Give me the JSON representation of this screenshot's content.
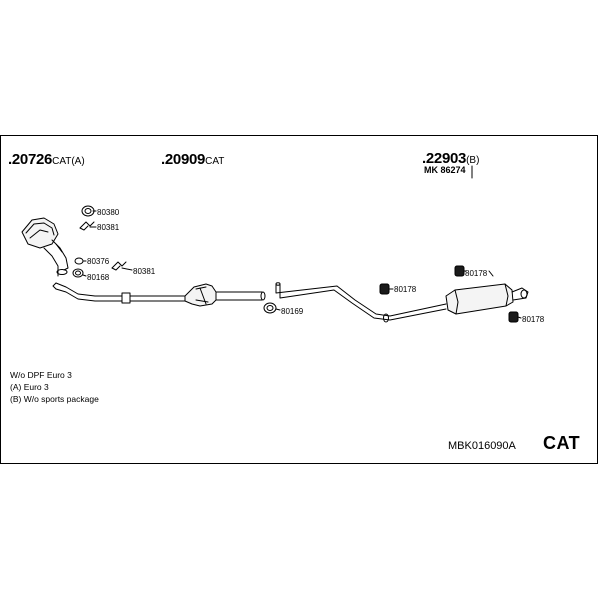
{
  "references": [
    {
      "number": ".20726",
      "suffix": "CAT(A)"
    },
    {
      "number": ".20909",
      "suffix": "CAT"
    },
    {
      "number": ".22903",
      "suffix": "(B)"
    }
  ],
  "mk_reference": "MK  86274",
  "part_labels": [
    "80380",
    "80381",
    "80376",
    "80168",
    "80381",
    "80169",
    "80178",
    "80178",
    "80178"
  ],
  "notes": [
    "W/o DPF   Euro 3",
    "(A) Euro 3",
    "(B) W/o sports package"
  ],
  "kit_code": "MBK016090A",
  "category": "CAT"
}
